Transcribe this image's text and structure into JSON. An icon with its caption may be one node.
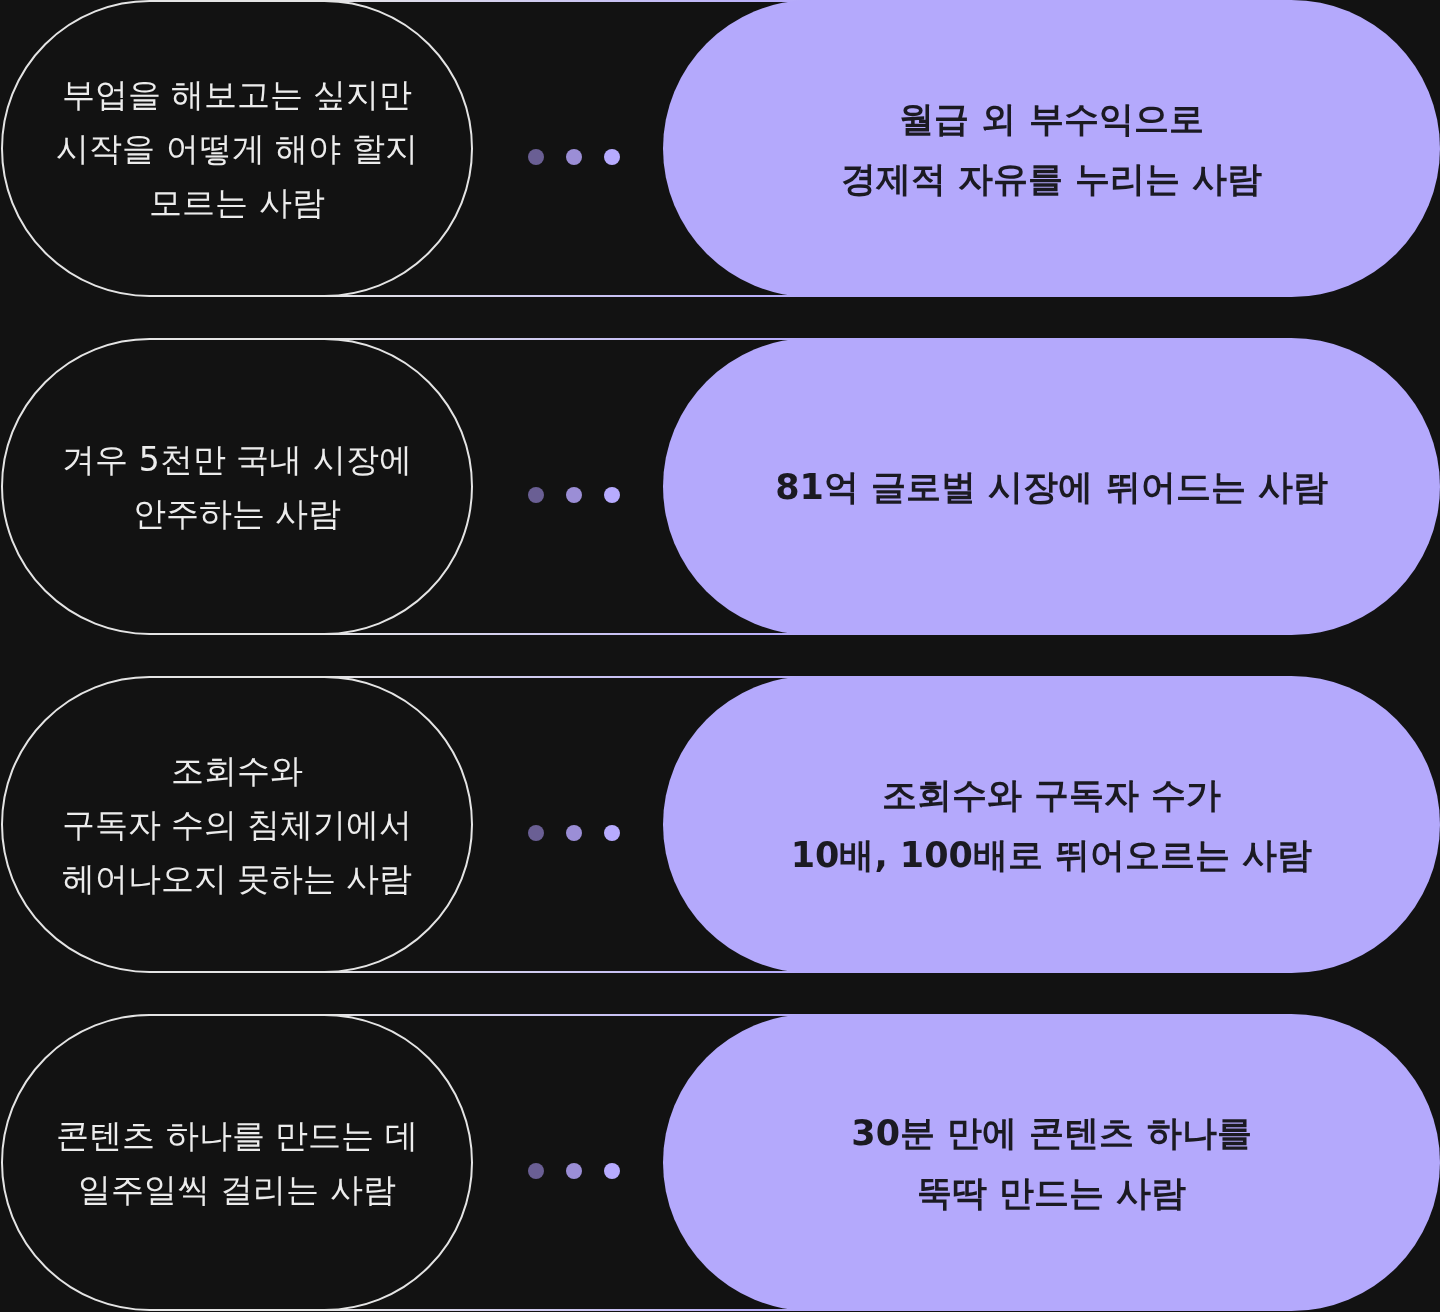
{
  "diagram": {
    "nodes": [
      {
        "text": [
          "부업을 해보고는 싶지만 시작을 어떻게 해야 할지 모르는 사람"
        ]
      },
      {
        "text": [
          "월급 외 부수익으로 경제적 자유를 누리는 사람"
        ]
      },
      {
        "text": [
          "겨우 5천만 국내 시장에 안주하는 사람"
        ]
      },
      {
        "text": [
          "81억 글로벌 시장에 뛰어드는 사람"
        ]
      },
      {
        "text": [
          "조회수와 구독자 수의 침체기에서 헤어나오지 못하는 사람"
        ]
      },
      {
        "text": [
          "조회수와 구독자 수가 10배, 100배로 뛰어오르는 사람"
        ]
      },
      {
        "text": [
          "콘텐츠 하나를 만드는 데 일주일씩 걸리는 사람"
        ]
      },
      {
        "text": [
          "30분 만에 콘텐츠 하나를 뚝딱 만드는 사람"
        ]
      }
    ],
    "edges": [
      {
        "from": 0,
        "to": 1,
        "arrow": "none"
      },
      {
        "from": 0,
        "to": 1,
        "arrow": "none"
      },
      {
        "from": 2,
        "to": 3,
        "arrow": "none"
      },
      {
        "from": 2,
        "to": 3,
        "arrow": "none"
      },
      {
        "from": 4,
        "to": 5,
        "arrow": "none"
      },
      {
        "from": 4,
        "to": 5,
        "arrow": "none"
      },
      {
        "from": 6,
        "to": 7,
        "arrow": "none"
      },
      {
        "from": 6,
        "to": 7,
        "arrow": "none"
      }
    ]
  }
}
